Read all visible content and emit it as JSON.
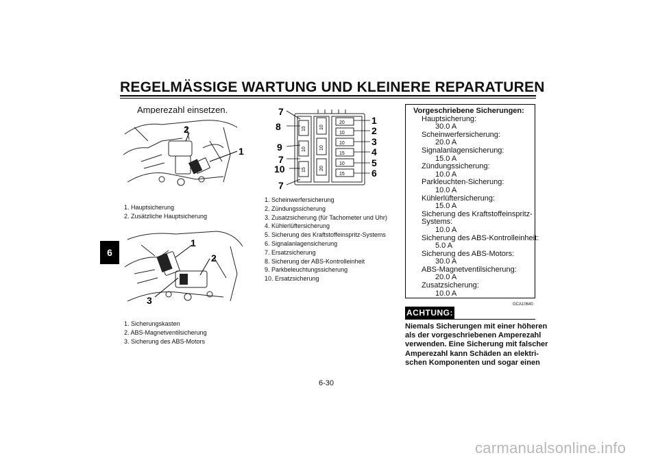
{
  "header": {
    "title": "REGELMÄSSIGE WARTUNG UND KLEINERE REPARATUREN"
  },
  "chapter_tab": "6",
  "intro_text": "Amperezahl einsetzen.",
  "figure1": {
    "callouts": [
      "2",
      "1"
    ],
    "caption": [
      "1. Hauptsicherung",
      "2. Zusätzliche Hauptsicherung"
    ]
  },
  "figure2": {
    "callouts": [
      "1",
      "2",
      "3"
    ],
    "caption": [
      "1. Sicherungskasten",
      "2. ABS-Magnetventilsicherung",
      "3. Sicherung des ABS-Motors"
    ]
  },
  "figure3": {
    "left_callouts": [
      "7",
      "8",
      "9",
      "7",
      "10",
      "7"
    ],
    "right_callouts": [
      "1",
      "2",
      "3",
      "4",
      "5",
      "6"
    ],
    "left_fuses": [
      "15",
      "10",
      "15"
    ],
    "middle_fuses": [
      "10",
      "10",
      "20"
    ],
    "right_fuses": [
      "20",
      "10",
      "10",
      "15",
      "10",
      "15"
    ],
    "caption": [
      "1. Scheinwerfersicherung",
      "2. Zündungssicherung",
      "3. Zusatzsicherung (für Tachometer und Uhr)",
      "4. Kühlerlüftersicherung",
      "5. Sicherung des Kraftstoffeinspritz-Systems",
      "6. Signalanlagensicherung",
      "7. Ersatzsicherung",
      "8. Sicherung der ABS-Kontrolleinheit",
      "9. Parkbeleuchtungssicherung",
      "10. Ersatzsicherung"
    ]
  },
  "spec_box": {
    "heading": "Vorgeschriebene Sicherungen:",
    "items": [
      {
        "label": [
          "Hauptsicherung:"
        ],
        "value": "30.0 A"
      },
      {
        "label": [
          "Scheinwerfersicherung:"
        ],
        "value": "20.0 A"
      },
      {
        "label": [
          "Signalanlagensicherung:"
        ],
        "value": "15.0 A"
      },
      {
        "label": [
          "Zündungssicherung:"
        ],
        "value": "10.0 A"
      },
      {
        "label": [
          "Parkleuchten-Sicherung:"
        ],
        "value": "10.0 A"
      },
      {
        "label": [
          "Kühlerlüftersicherung:"
        ],
        "value": "15.0 A"
      },
      {
        "label": [
          "Sicherung des Kraftstoffeinspritz-",
          "Systems:"
        ],
        "value": "10.0 A"
      },
      {
        "label": [
          "Sicherung des ABS-Kontrolleinheit:"
        ],
        "value": "5.0 A"
      },
      {
        "label": [
          "Sicherung des ABS-Motors:"
        ],
        "value": "30.0 A"
      },
      {
        "label": [
          "ABS-Magnetventilsicherung:"
        ],
        "value": "20.0 A"
      },
      {
        "label": [
          "Zusatzsicherung:"
        ],
        "value": "10.0 A"
      }
    ]
  },
  "caution": {
    "code": "GCA10640",
    "label": "ACHTUNG:",
    "lines": [
      "Niemals Sicherungen mit einer höheren",
      "als der vorgeschriebenen Amperezahl",
      "verwenden. Eine Sicherung mit falscher",
      "Amperezahl kann Schäden an elektri-",
      "schen Komponenten und sogar einen"
    ]
  },
  "footer": {
    "page_number": "6-30"
  },
  "watermark": "carmanualsonline.info"
}
